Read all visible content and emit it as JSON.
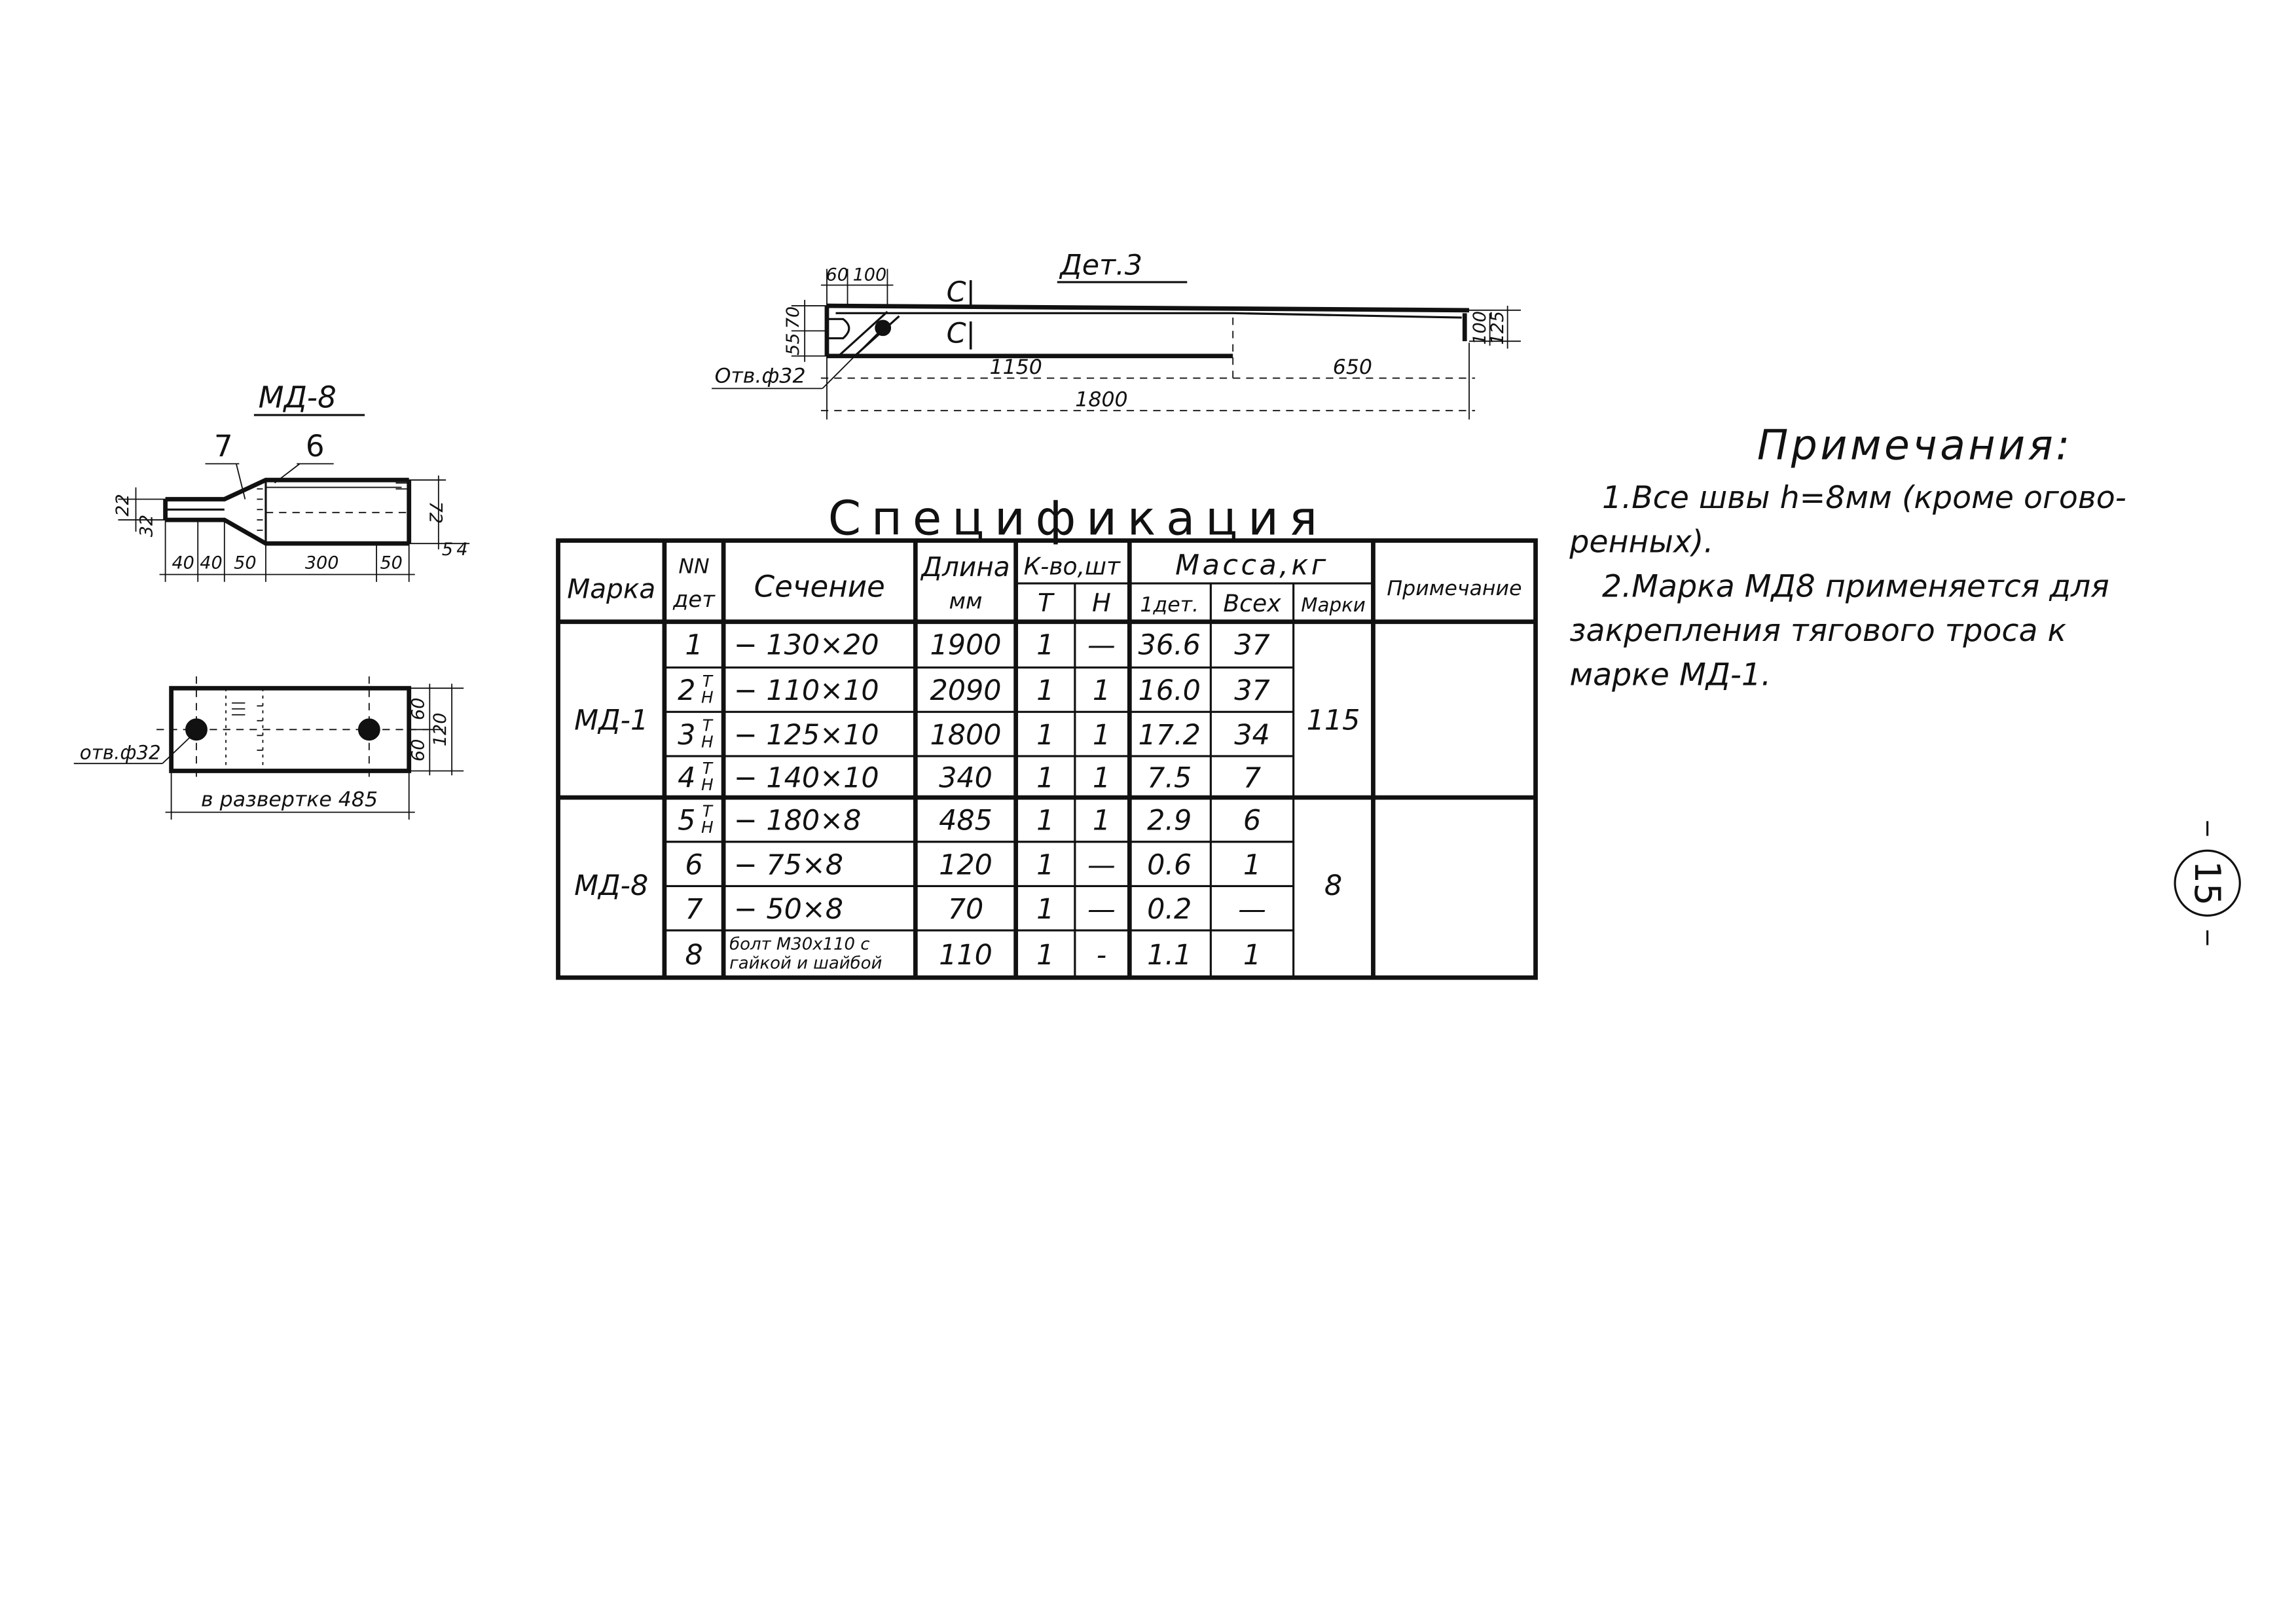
{
  "detail3": {
    "title": "Дет.3",
    "dim_60": "60",
    "dim_100_top": "100",
    "section_mark_top": "С|",
    "section_mark_bottom": "С|",
    "dim_55": "55",
    "dim_70": "70",
    "hole_label": "Отв.ф32",
    "dim_1150": "1150",
    "dim_650": "650",
    "dim_1800": "1800",
    "dim_100_right": "100",
    "dim_125": "125"
  },
  "md8_side": {
    "title": "МД-8",
    "part_7": "7",
    "part_6": "6",
    "dim_22": "22",
    "dim_32": "32",
    "dim_72": "72",
    "dim_5": "5",
    "dim_4": "4",
    "dim_40a": "40",
    "dim_40b": "40",
    "dim_50a": "50",
    "dim_300": "300",
    "dim_50b": "50"
  },
  "md8_plan": {
    "hole_label": "отв.ф32",
    "dim_60a": "60",
    "dim_60b": "60",
    "dim_120": "120",
    "unfold_label": "в развертке 485"
  },
  "spec": {
    "title": "Спецификация",
    "headers": {
      "mark": "Марка",
      "det_nn": "NN",
      "det_word": "дет",
      "section": "Сечение",
      "length": "Длина",
      "length_unit": "мм",
      "qty": "К-во,шт",
      "qty_t": "Т",
      "qty_h": "Н",
      "mass": "Масса,кг",
      "mass_one": "1дет.",
      "mass_all": "Всех",
      "mass_mark": "Марки",
      "note": "Примечание"
    },
    "groups": [
      {
        "mark": "МД-1",
        "mass_mark": "115",
        "rows": [
          {
            "det": "1",
            "sup": "",
            "sub": "",
            "section": "− 130×20",
            "length": "1900",
            "qty_t": "1",
            "qty_h": "—",
            "mass_one": "36.6",
            "mass_all": "37"
          },
          {
            "det": "2",
            "sup": "Т",
            "sub": "Н",
            "section": "− 110×10",
            "length": "2090",
            "qty_t": "1",
            "qty_h": "1",
            "mass_one": "16.0",
            "mass_all": "37"
          },
          {
            "det": "3",
            "sup": "Т",
            "sub": "Н",
            "section": "− 125×10",
            "length": "1800",
            "qty_t": "1",
            "qty_h": "1",
            "mass_one": "17.2",
            "mass_all": "34"
          },
          {
            "det": "4",
            "sup": "Т",
            "sub": "Н",
            "section": "− 140×10",
            "length": "340",
            "qty_t": "1",
            "qty_h": "1",
            "mass_one": "7.5",
            "mass_all": "7"
          }
        ]
      },
      {
        "mark": "МД-8",
        "mass_mark": "8",
        "rows": [
          {
            "det": "5",
            "sup": "Т",
            "sub": "Н",
            "section": "− 180×8",
            "length": "485",
            "qty_t": "1",
            "qty_h": "1",
            "mass_one": "2.9",
            "mass_all": "6"
          },
          {
            "det": "6",
            "sup": "",
            "sub": "",
            "section": "− 75×8",
            "length": "120",
            "qty_t": "1",
            "qty_h": "—",
            "mass_one": "0.6",
            "mass_all": "1"
          },
          {
            "det": "7",
            "sup": "",
            "sub": "",
            "section": "− 50×8",
            "length": "70",
            "qty_t": "1",
            "qty_h": "—",
            "mass_one": "0.2",
            "mass_all": "—"
          },
          {
            "det": "8",
            "sup": "",
            "sub": "",
            "section": "болт М30х110 с",
            "section2": "гайкой и шайбой",
            "length": "110",
            "qty_t": "1",
            "qty_h": "-",
            "mass_one": "1.1",
            "mass_all": "1"
          }
        ]
      }
    ]
  },
  "notes": {
    "title": "Примечания:",
    "line1": "1.Все швы h=8мм (кроме огово-",
    "line2": "ренных).",
    "line3": "2.Марка МД8 применяется для",
    "line4": "закрепления тягового троса к",
    "line5": "марке МД-1."
  },
  "page_number": "15"
}
